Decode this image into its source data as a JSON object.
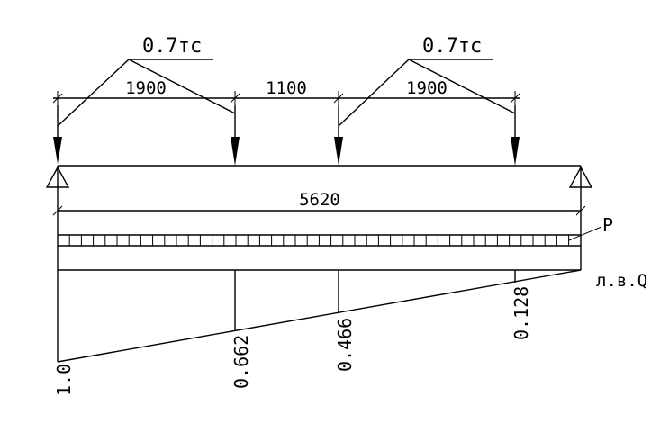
{
  "loads": {
    "left_label": "0.7тс",
    "right_label": "0.7тс"
  },
  "dimensions": {
    "span1": "1900",
    "span2": "1100",
    "span3": "1900",
    "total": "5620"
  },
  "labels": {
    "distributed_load": "P",
    "influence_line": "л.в.Q"
  },
  "influence_ordinates": {
    "a": "1.0",
    "b": "0.662",
    "c": "0.466",
    "d": "0.128"
  },
  "colors": {
    "ink": "#000000",
    "paper": "#ffffff"
  }
}
